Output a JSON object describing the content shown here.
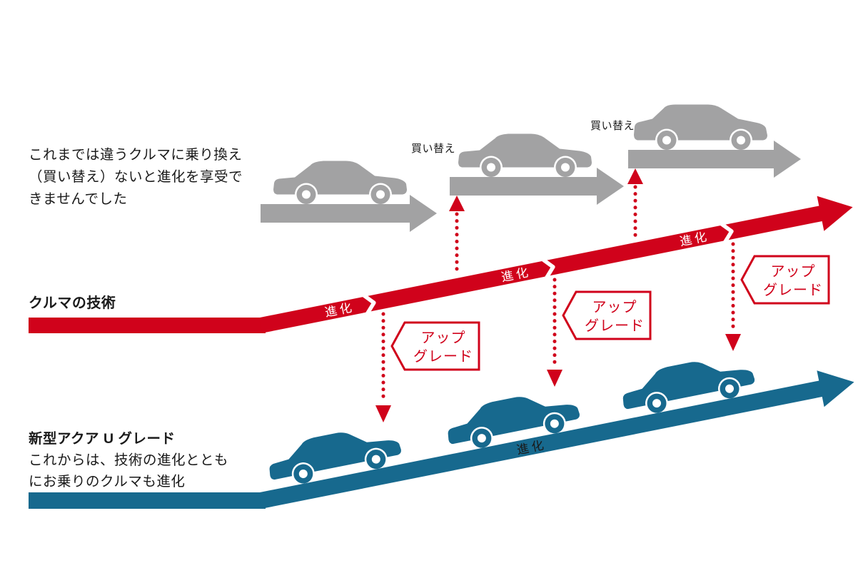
{
  "colors": {
    "red": "#d0021b",
    "teal": "#17698e",
    "gray": "#a2a2a3",
    "text": "#1a1a1a",
    "white": "#ffffff"
  },
  "legacy": {
    "note_lines": [
      "これまでは違うクルマに乗り換え",
      "（買い替え）ないと進化を享受で",
      "きませんでした"
    ],
    "replace_labels": [
      "買い替え",
      "買い替え"
    ]
  },
  "tech": {
    "label": "クルマの技術",
    "evolution": [
      "進化",
      "進化",
      "進化"
    ]
  },
  "upgrade_badge": {
    "line1": "アップ",
    "line2": "グレード"
  },
  "aqua": {
    "title": "新型アクア U グレード",
    "note_lines": [
      "これからは、技術の進化ととも",
      "にお乗りのクルマも進化"
    ],
    "evolution": "進化"
  }
}
